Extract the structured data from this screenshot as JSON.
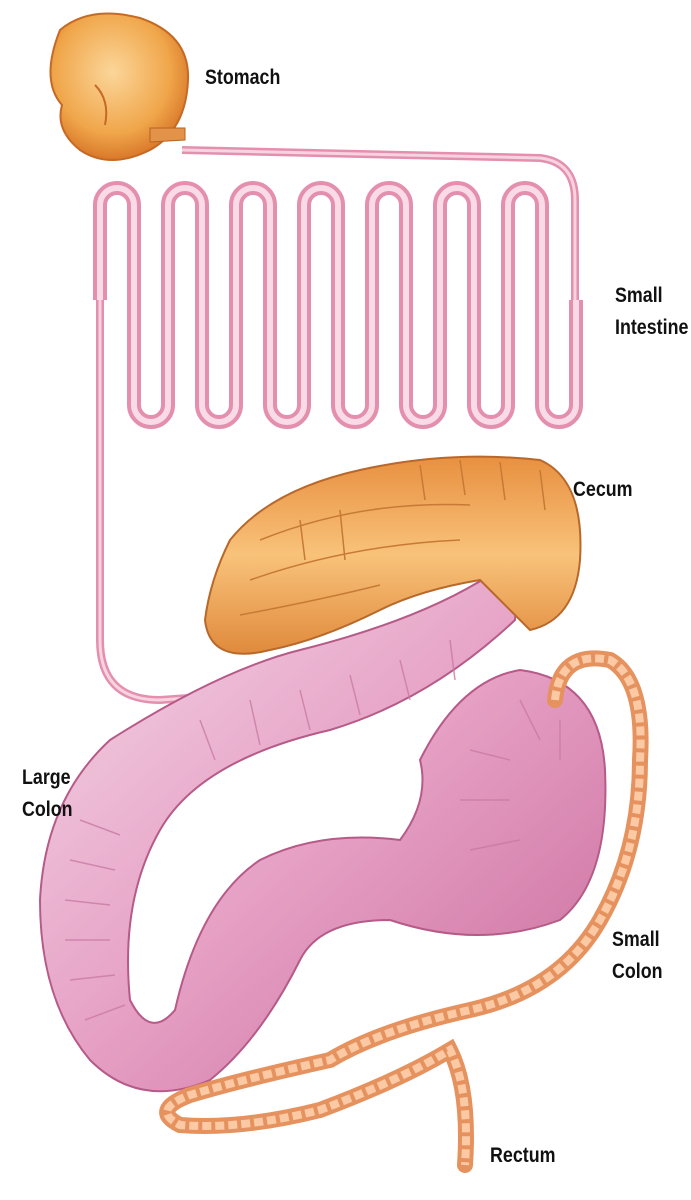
{
  "labels": {
    "stomach": "Stomach",
    "small_intestine": [
      "Small",
      "Intestine"
    ],
    "cecum": "Cecum",
    "large_colon": [
      "Large",
      "Colon"
    ],
    "small_colon": [
      "Small",
      "Colon"
    ],
    "rectum": "Rectum"
  },
  "colors": {
    "stomach": "#f0a64a",
    "small_intestine": "#e89ab3",
    "cecum": "#eea552",
    "large_colon": "#e6a0c4",
    "small_colon": "#f0a070"
  }
}
